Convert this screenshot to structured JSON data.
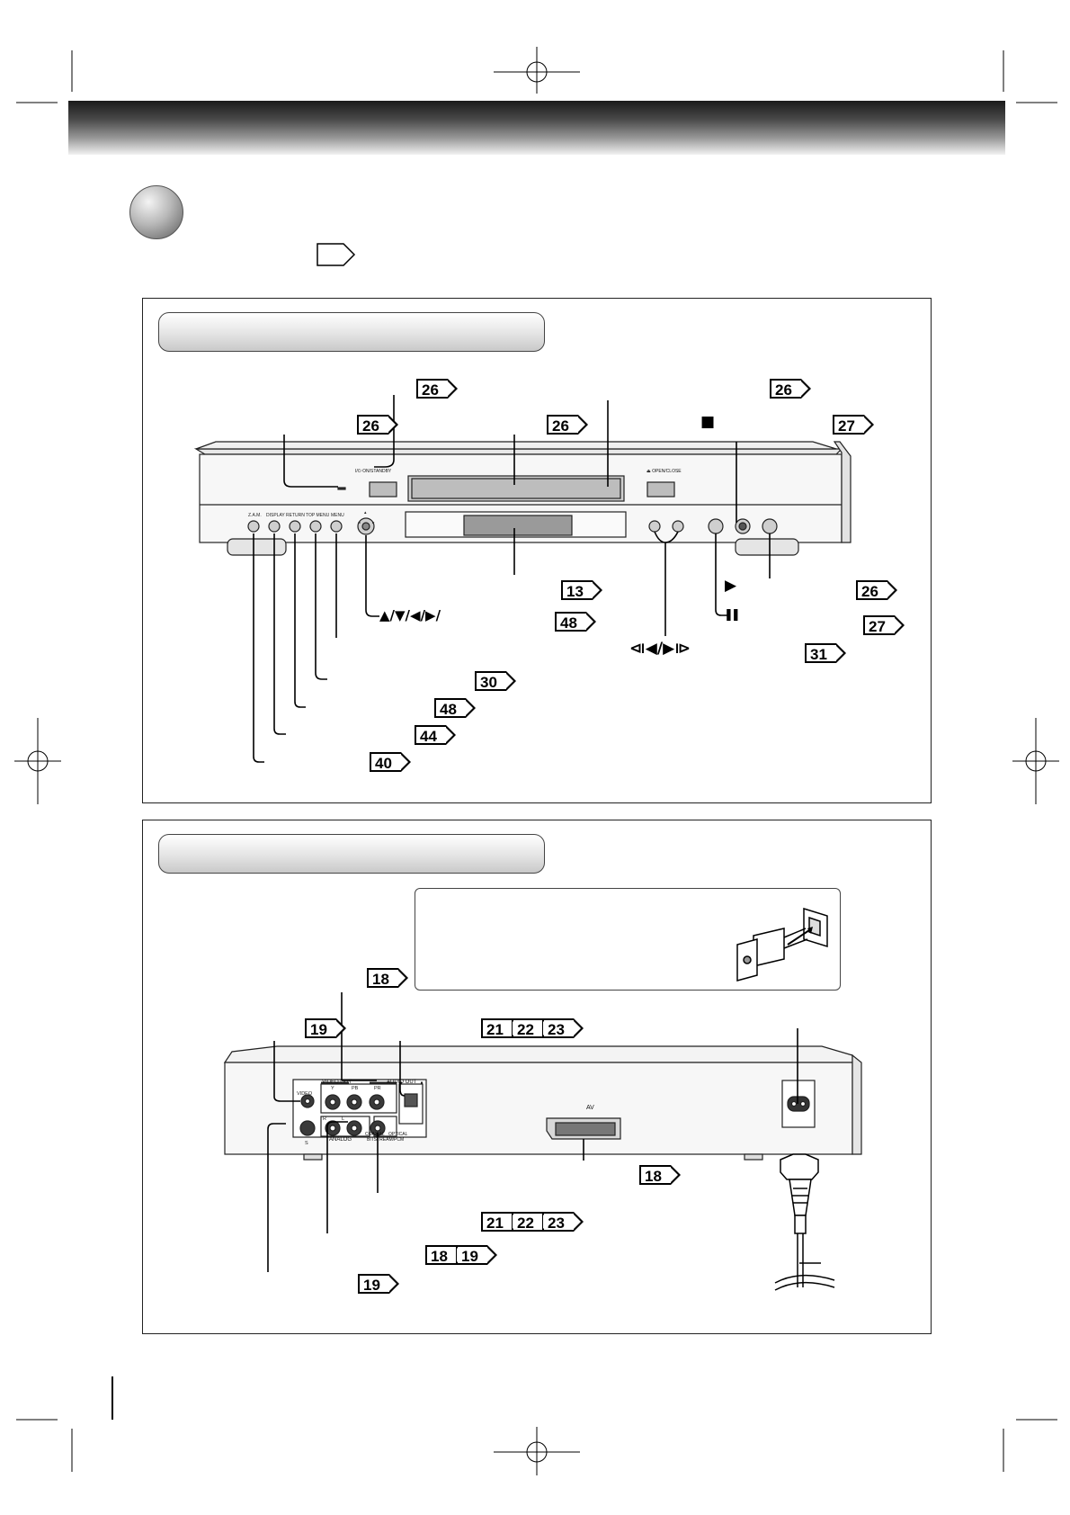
{
  "front_panel": {
    "unit_labels": {
      "power": "I/⏻ ON/STANDBY",
      "open_close": "⏏ OPEN/CLOSE",
      "buttons": [
        "Z.A.M.",
        "DISPLAY",
        "RETURN",
        "TOP MENU",
        "MENU"
      ]
    },
    "symbols": {
      "stop": "■",
      "play": "▶",
      "pause": "❚❚",
      "skip": "⧏◀/▶⧐",
      "arrows": "▲/▼/◀/▶/"
    },
    "page_refs": [
      "26",
      "26",
      "26",
      "26",
      "27",
      "13",
      "48",
      "26",
      "27",
      "31",
      "30",
      "48",
      "44",
      "40"
    ]
  },
  "rear_panel": {
    "unit_labels": {
      "video_out": "VIDEO OUT",
      "audio_out": "AUDIO OUT",
      "video": "VIDEO",
      "s": "S",
      "y": "Y",
      "pb": "Pʙ",
      "pr": "Pʀ",
      "r": "R",
      "l": "L",
      "analog": "ANALOG",
      "coaxial": "COAXIAL",
      "optical": "OPTICAL",
      "bitstream": "BITSTREAM/PCM",
      "av": "AV"
    },
    "page_refs": [
      "18",
      "19",
      "21",
      "22",
      "23",
      "18",
      "21",
      "22",
      "23",
      "18",
      "19",
      "19"
    ]
  },
  "colors": {
    "ink": "#000000",
    "panel_fill": "#f7f7f7",
    "button_fill": "#cfcfcf"
  }
}
